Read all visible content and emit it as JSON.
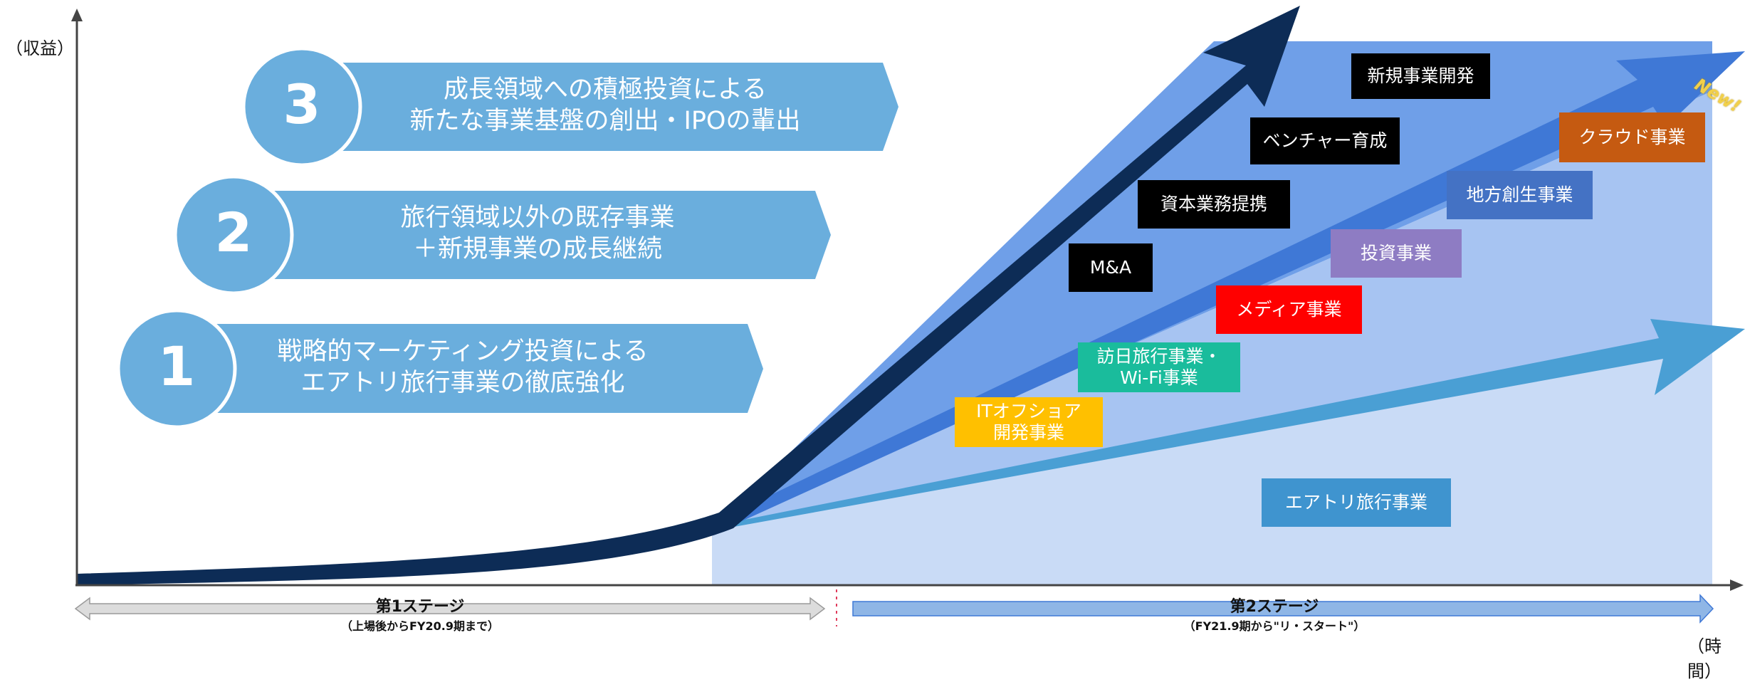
{
  "axes": {
    "y_label": "（収益）",
    "x_label": "（時間）"
  },
  "banners": [
    {
      "number": "3",
      "text": "成長領域への積極投資による\n新たな事業基盤の創出・IPOの輩出"
    },
    {
      "number": "2",
      "text": "旅行領域以外の既存事業\n＋新規事業の成長継続"
    },
    {
      "number": "1",
      "text": "戦略的マーケティング投資による\nエアトリ旅行事業の徹底強化"
    }
  ],
  "businesses": [
    {
      "label": "新規事業開発",
      "color": "#000000"
    },
    {
      "label": "ベンチャー育成",
      "color": "#000000"
    },
    {
      "label": "資本業務提携",
      "color": "#000000"
    },
    {
      "label": "M&A",
      "color": "#000000"
    },
    {
      "label": "クラウド事業",
      "color": "#c55a11"
    },
    {
      "label": "地方創生事業",
      "color": "#4472c4"
    },
    {
      "label": "投資事業",
      "color": "#8e7cc3"
    },
    {
      "label": "メディア事業",
      "color": "#ff0000"
    },
    {
      "label": "訪日旅行事業・\nWi-Fi事業",
      "color": "#1abc9c"
    },
    {
      "label": "ITオフショア\n開発事業",
      "color": "#ffc000"
    },
    {
      "label": "エアトリ旅行事業",
      "color": "#3f94cf"
    }
  ],
  "new_badge": "New!",
  "stages": [
    {
      "title": "第1ステージ",
      "subtitle": "（上場後からFY20.9期まで）"
    },
    {
      "title": "第2ステージ",
      "subtitle": "（FY21.9期から\"リ・スタート\"）"
    }
  ],
  "colors": {
    "banner": "#6aaedd",
    "navy_arrow": "#0d2c56",
    "blue_arrow": "#3f78d6",
    "light_arrow": "#4a9fd4",
    "area_dark": "#6f9fe8",
    "area_mid": "#a7c4f2",
    "area_light": "#c9dbf6"
  }
}
